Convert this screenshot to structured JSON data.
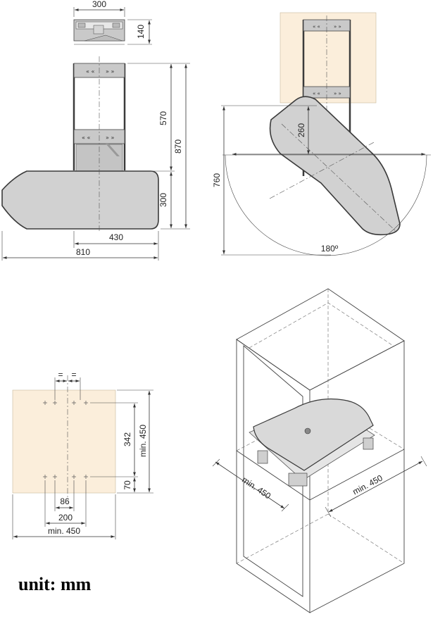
{
  "front_view": {
    "dim_top_width": "300",
    "dim_top_height": "140",
    "dim_column_height": "570",
    "dim_total_height": "870",
    "dim_board_depth": "300",
    "dim_board_offset": "430",
    "dim_total_length": "810"
  },
  "rotation_view": {
    "dim_offset": "260",
    "dim_reach": "760",
    "rotation_angle": "180º"
  },
  "drilling_view": {
    "equal_mark_left": "=",
    "equal_mark_right": "=",
    "dim_hole_spacing_vertical": "342",
    "dim_min_height": "min. 450",
    "dim_bottom_offset": "70",
    "dim_inner_spacing": "86",
    "dim_outer_spacing": "200",
    "dim_min_width": "min. 450"
  },
  "cabinet_view": {
    "dim_min_depth": "min. 450",
    "dim_min_width": "min. 450"
  },
  "unit_label": "unit: mm"
}
